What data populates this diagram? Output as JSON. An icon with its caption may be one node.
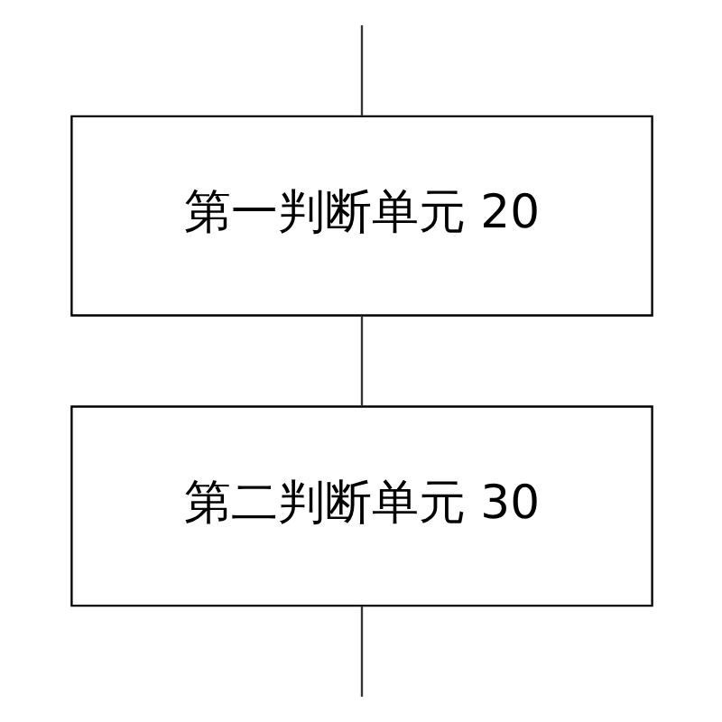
{
  "diagram": {
    "nodes": [
      {
        "text": [
          "第一判断单元 20"
        ]
      },
      {
        "text": [
          "第二判断单元 30"
        ]
      }
    ],
    "edges": [
      {
        "from": null,
        "to": 0,
        "arrow": "none"
      },
      {
        "from": 0,
        "to": 1,
        "arrow": "none"
      },
      {
        "from": 1,
        "to": null,
        "arrow": "none"
      }
    ]
  }
}
